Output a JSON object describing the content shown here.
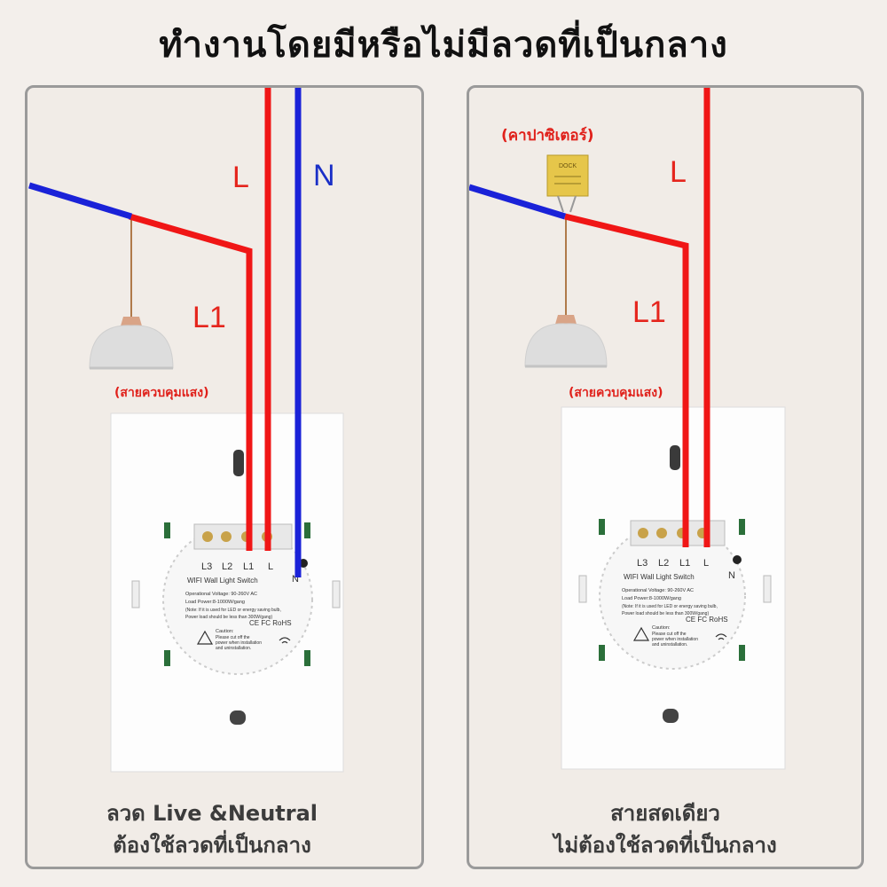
{
  "title": "ทำงานโดยมีหรือไม่มีลวดที่เป็นกลาง",
  "left_panel": {
    "wire_labels": {
      "live": "L",
      "neutral": "N",
      "load": "L1"
    },
    "lamp_note": "(สายควบคุมแสง)",
    "caption_line1": "ลวด Live &Neutral",
    "caption_line2": "ต้องใช้ลวดที่เป็นกลาง"
  },
  "right_panel": {
    "wire_labels": {
      "live": "L",
      "load": "L1"
    },
    "capacitor_note": "(คาปาซิเตอร์)",
    "capacitor_text": "DOCK",
    "lamp_note": "(สายควบคุมแสง)",
    "caption_line1": "สายสดเดียว",
    "caption_line2": "ไม่ต้องใช้ลวดที่เป็นกลาง"
  },
  "switch_plate": {
    "terminals": [
      "L3",
      "L2",
      "L1",
      "L"
    ],
    "neutral_terminal": "N",
    "product_name": "WIFI Wall Light Switch",
    "spec_voltage": "Operational Voltage: 90-260V AC",
    "spec_load": "Load Power:8-1000W/gang",
    "spec_note1": "(Note: If it is used for LED or energy saving bulb,",
    "spec_note2": "Power load should be less than 300W/gang)",
    "cert_marks": "CE FC RoHS",
    "caution_title": "Caution:",
    "caution_line1": "Please cut off the",
    "caution_line2": "power when installation",
    "caution_line3": "and uninstallation."
  },
  "colors": {
    "live": "#f01616",
    "neutral": "#1a22d8",
    "background": "#f3efeb",
    "note_red": "#e0211b"
  }
}
